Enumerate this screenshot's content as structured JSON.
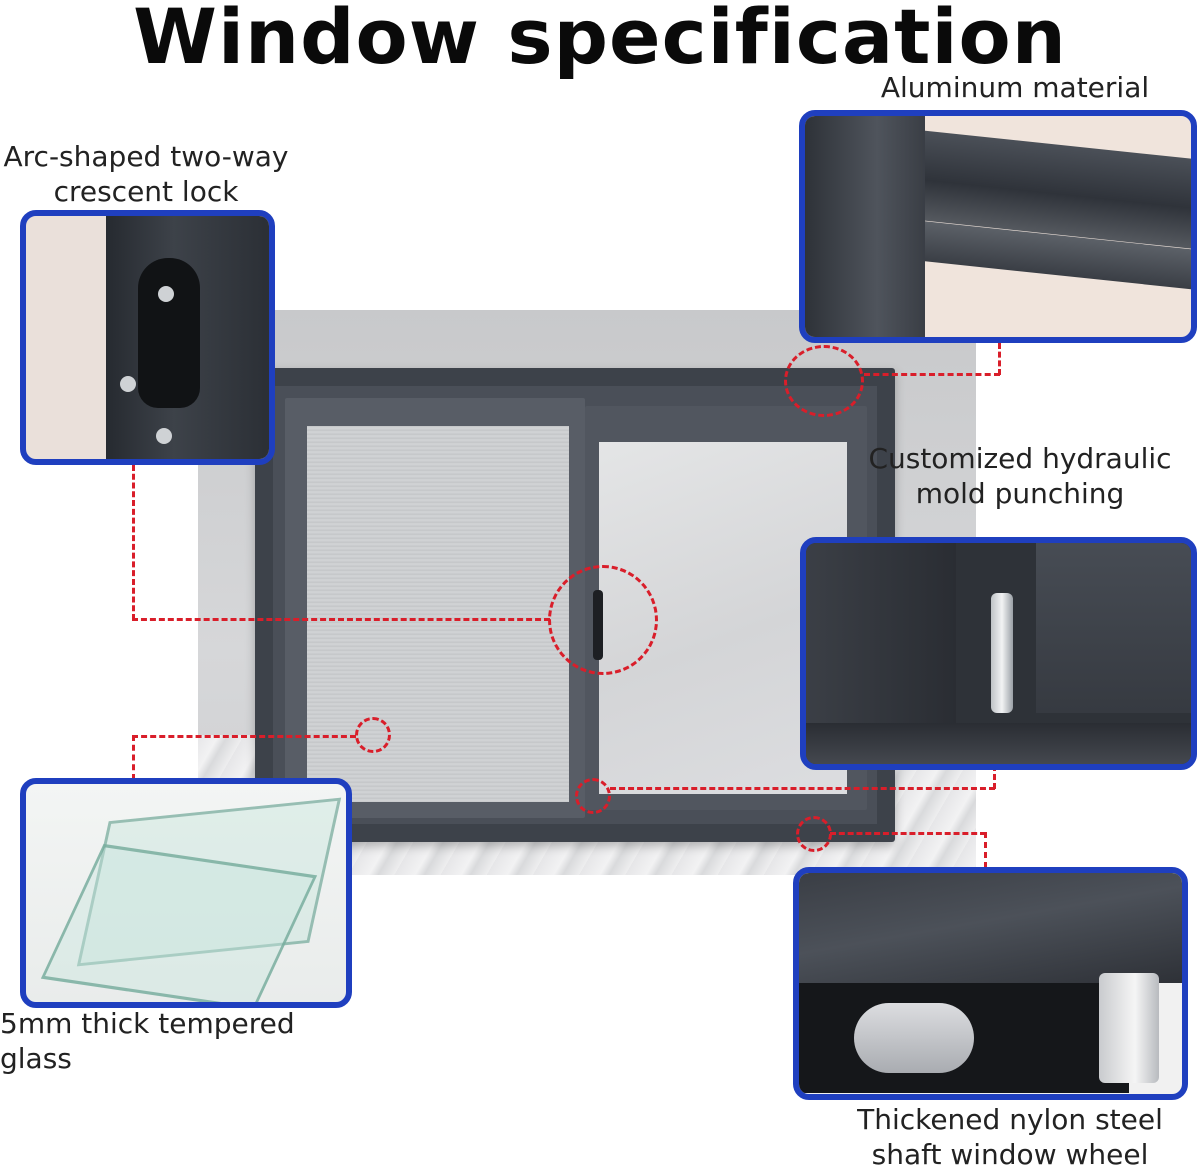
{
  "title": "Window specification",
  "callouts": {
    "aluminum": "Aluminum material",
    "lock_line1": "Arc-shaped two-way",
    "lock_line2": "crescent lock",
    "hydraulic_line1": "Customized hydraulic",
    "hydraulic_line2": "mold punching",
    "glass": "5mm thick tempered glass",
    "wheel_line1": "Thickened nylon steel",
    "wheel_line2": "shaft window wheel"
  },
  "colors": {
    "frame": "#3a3f47",
    "panel_border": "#1f3fbf",
    "dash": "#d91e2a"
  }
}
